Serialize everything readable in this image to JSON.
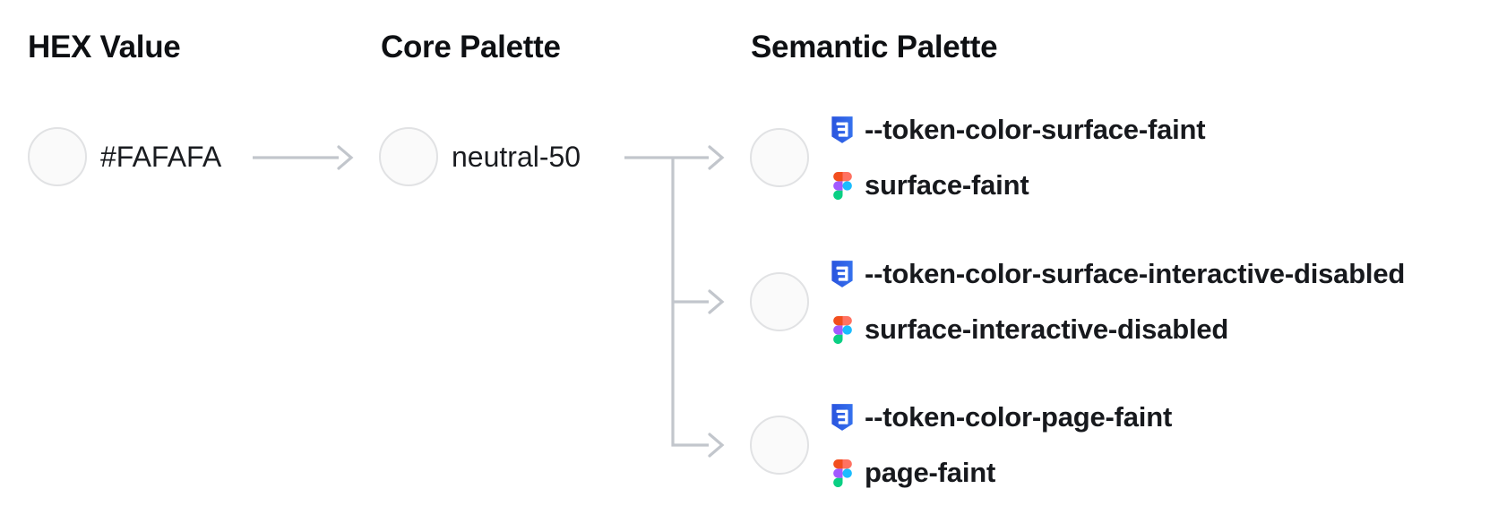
{
  "columns": {
    "hex": {
      "title": "HEX Value"
    },
    "core": {
      "title": "Core Palette"
    },
    "semantic": {
      "title": "Semantic Palette"
    }
  },
  "hex_node": {
    "label": "#FAFAFA",
    "swatch_color": "#FAFAFA"
  },
  "core_node": {
    "label": "neutral-50",
    "swatch_color": "#FAFAFA"
  },
  "semantic_nodes": [
    {
      "css_variable": "--token-color-surface-faint",
      "figma_token": "surface-faint",
      "swatch_color": "#FAFAFA"
    },
    {
      "css_variable": "--token-color-surface-interactive-disabled",
      "figma_token": "surface-interactive-disabled",
      "swatch_color": "#FAFAFA"
    },
    {
      "css_variable": "--token-color-page-faint",
      "figma_token": "page-faint",
      "swatch_color": "#FAFAFA"
    }
  ],
  "icons": {
    "css_icon": "css3-shield-icon",
    "figma_icon": "figma-logo-icon"
  },
  "colors": {
    "page_background": "#FFFFFF",
    "connector": "#C2C6CC",
    "swatch_fill": "#FAFAFA",
    "swatch_border": "#E1E2E4",
    "heading_text": "#0E1013",
    "token_text": "#17191D",
    "css_logo_blue_dark": "#2A54DE",
    "css_logo_blue": "#3571EE",
    "figma_red": "#F24E1E",
    "figma_salmon": "#FF7262",
    "figma_purple": "#A259FF",
    "figma_blue": "#1ABCFE",
    "figma_green": "#0ACF83"
  }
}
